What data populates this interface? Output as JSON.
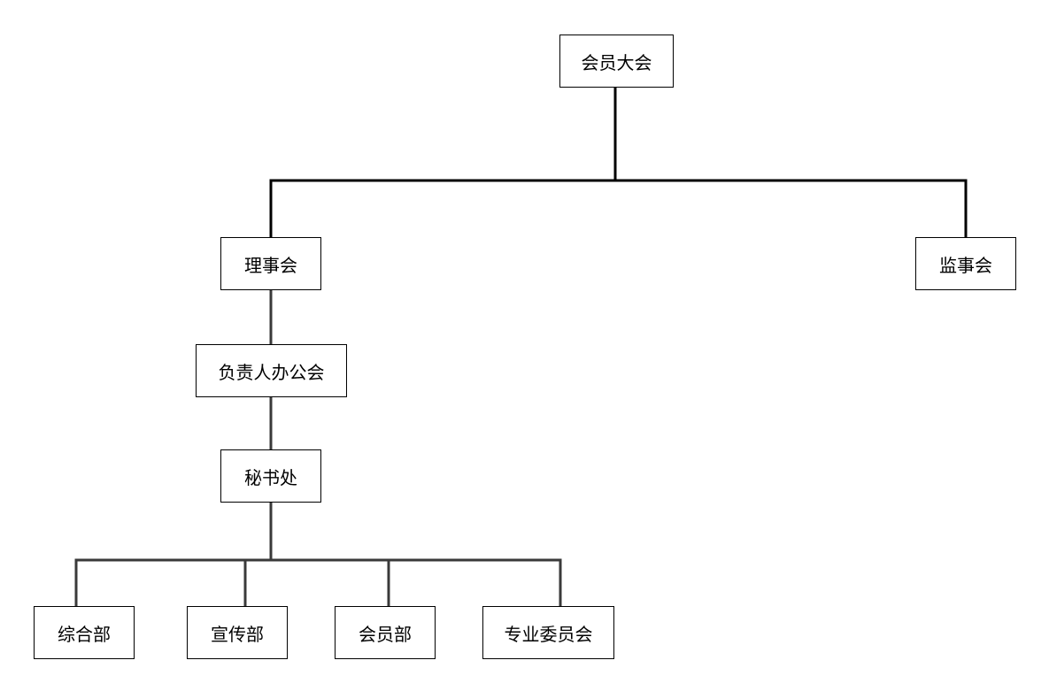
{
  "diagram": {
    "type": "organization-chart",
    "colors": {
      "line_dark": "#000000",
      "line_light": "#3a3a3a",
      "box_border": "#000000",
      "box_fill": "#ffffff",
      "text": "#000000"
    },
    "nodes": {
      "general_assembly": "会员大会",
      "council": "理事会",
      "supervisors": "监事会",
      "leaders_office": "负责人办公会",
      "secretariat": "秘书处",
      "general_dept": "综合部",
      "publicity_dept": "宣传部",
      "member_dept": "会员部",
      "committees": "专业委员会"
    },
    "edges": [
      {
        "from": "general_assembly",
        "to": "council"
      },
      {
        "from": "general_assembly",
        "to": "supervisors"
      },
      {
        "from": "council",
        "to": "leaders_office"
      },
      {
        "from": "leaders_office",
        "to": "secretariat"
      },
      {
        "from": "secretariat",
        "to": "general_dept"
      },
      {
        "from": "secretariat",
        "to": "publicity_dept"
      },
      {
        "from": "secretariat",
        "to": "member_dept"
      },
      {
        "from": "secretariat",
        "to": "committees"
      }
    ]
  }
}
